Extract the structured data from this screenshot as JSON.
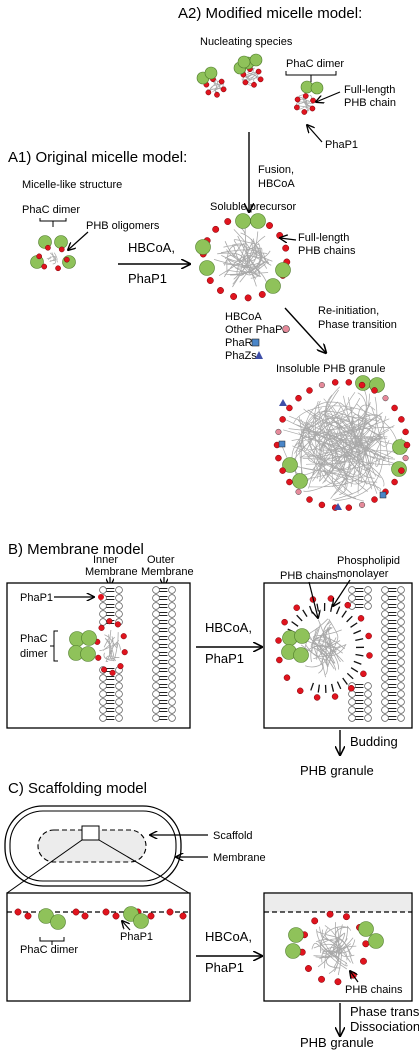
{
  "colors": {
    "phac": "#8fc25a",
    "phap1": "#e0141e",
    "chain": "#a9a9a9",
    "phap_other": "#e58a9a",
    "phar": "#4a86c8",
    "phaz": "#3f4fa8",
    "scaffold": "#ececec"
  },
  "a2": {
    "title": "A2) Modified micelle model:",
    "nucleating": "Nucleating species",
    "phac_dimer": "PhaC dimer",
    "full_length_1": "Full-length",
    "full_length_2": "PHB chain",
    "phap1": "PhaP1",
    "fusion": "Fusion,",
    "hbcoa": "HBCoA"
  },
  "a1": {
    "title": "A1) Original micelle model:",
    "micelle": "Micelle-like structure",
    "phac_dimer": "PhaC dimer",
    "oligomers": "PHB oligomers",
    "hbcoa": "HBCoA,",
    "phap1": "PhaP1",
    "soluble": "Soluble precursor",
    "full_length_1": "Full-length",
    "full_length_2": "PHB chains",
    "reinit_1": "Re-initiation,",
    "reinit_2": "Phase transition",
    "legend_hbcoa": "HBCoA",
    "legend_other": "Other PhaPs",
    "legend_phar": "PhaR",
    "legend_phaz": "PhaZs",
    "insoluble": "Insoluble PHB granule"
  },
  "b": {
    "title": "B) Membrane model",
    "inner_1": "Inner",
    "inner_2": "Membrane",
    "outer_1": "Outer",
    "outer_2": "Membrane",
    "phap1": "PhaP1",
    "phac_1": "PhaC",
    "phac_2": "dimer",
    "hbcoa": "HBCoA,",
    "phap1_arrow": "PhaP1",
    "chains": "PHB chains",
    "mono_1": "Phospholipid",
    "mono_2": "monolayer",
    "budding": "Budding",
    "granule": "PHB granule"
  },
  "c": {
    "title": "C) Scaffolding model",
    "scaffold": "Scaffold",
    "membrane": "Membrane",
    "phac_dimer": "PhaC dimer",
    "phap1": "PhaP1",
    "hbcoa": "HBCoA,",
    "phap1_arrow": "PhaP1",
    "chains": "PHB chains",
    "phase_1": "Phase transition,",
    "phase_2": "Dissociation?",
    "granule": "PHB granule"
  }
}
